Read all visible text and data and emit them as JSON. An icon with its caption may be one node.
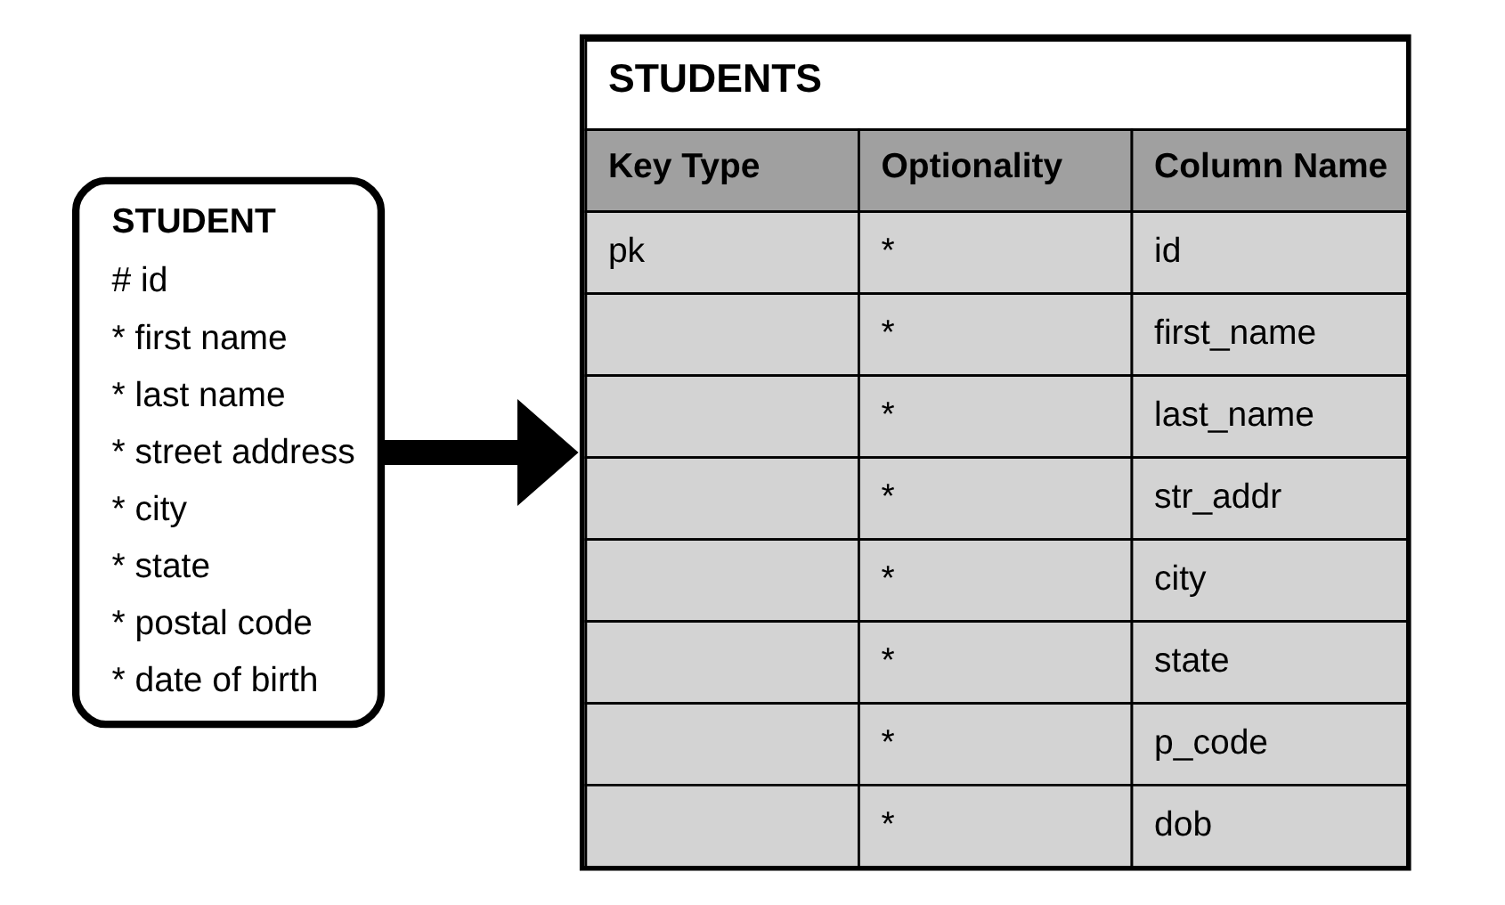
{
  "diagram": {
    "nodes": [
      {
        "text": [
          "STUDENT",
          "# id",
          "* first name",
          "* last name",
          "* street address",
          "* city",
          "* state",
          "* postal code",
          "* date of birth"
        ]
      },
      {
        "text": [
          "STUDENTS",
          "Key Type",
          "Optionality",
          "Column Name",
          "pk",
          "*",
          "id",
          "*",
          "first_name",
          "*",
          "last_name",
          "*",
          "str_addr",
          "*",
          "city",
          "*",
          "state",
          "*",
          "p_code",
          "*",
          "dob"
        ]
      }
    ],
    "edges": [
      {
        "from": 0,
        "to": 1,
        "arrow": "to"
      }
    ]
  }
}
